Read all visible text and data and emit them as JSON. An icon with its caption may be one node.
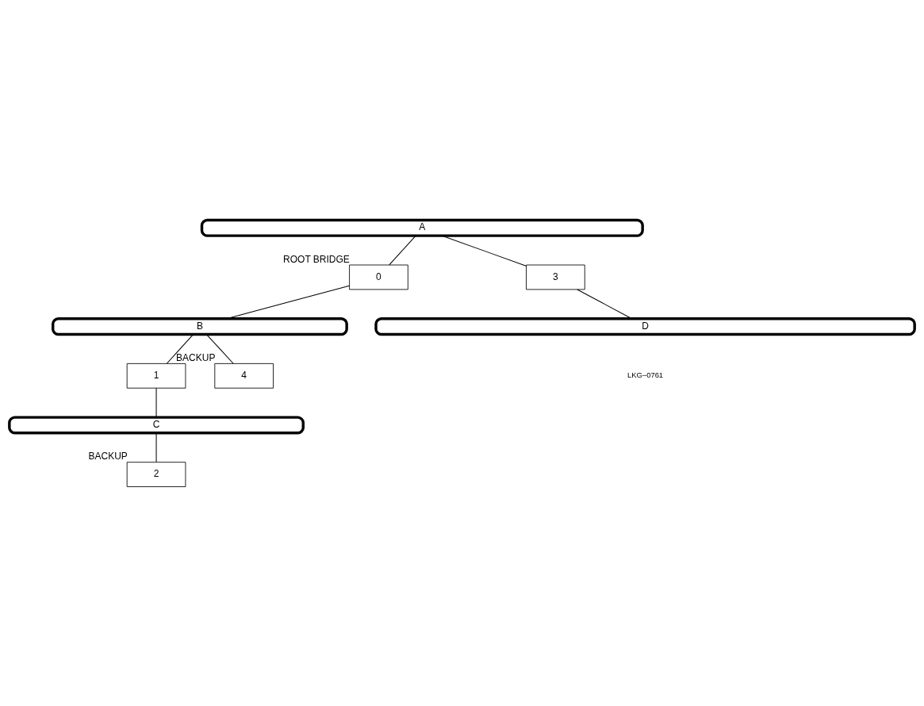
{
  "diagram": {
    "nodes": [
      {
        "text": [
          "A"
        ]
      },
      {
        "text": [
          "0"
        ],
        "beside": [
          "ROOT BRIDGE"
        ]
      },
      {
        "text": [
          "B"
        ]
      },
      {
        "text": [
          "1"
        ]
      },
      {
        "text": [
          "4"
        ],
        "beside": [
          "BACKUP"
        ]
      },
      {
        "text": [
          "3"
        ]
      },
      {
        "text": [
          "C"
        ]
      },
      {
        "text": [
          "2"
        ],
        "beside": [
          "BACKUP"
        ]
      },
      {
        "text": [
          "D"
        ]
      }
    ],
    "edges": [
      {
        "from": 0,
        "to": 1,
        "arrow": "none"
      },
      {
        "from": 1,
        "to": 2,
        "arrow": "none"
      },
      {
        "from": 2,
        "to": 3,
        "arrow": "none"
      },
      {
        "from": 2,
        "to": 4,
        "arrow": "none"
      },
      {
        "from": 0,
        "to": 5,
        "arrow": "none"
      },
      {
        "from": 3,
        "to": 6,
        "arrow": "none"
      },
      {
        "from": 6,
        "to": 7,
        "arrow": "none"
      },
      {
        "from": 5,
        "to": 8,
        "arrow": "none"
      }
    ],
    "labels": [
      "LKG–0761"
    ]
  }
}
